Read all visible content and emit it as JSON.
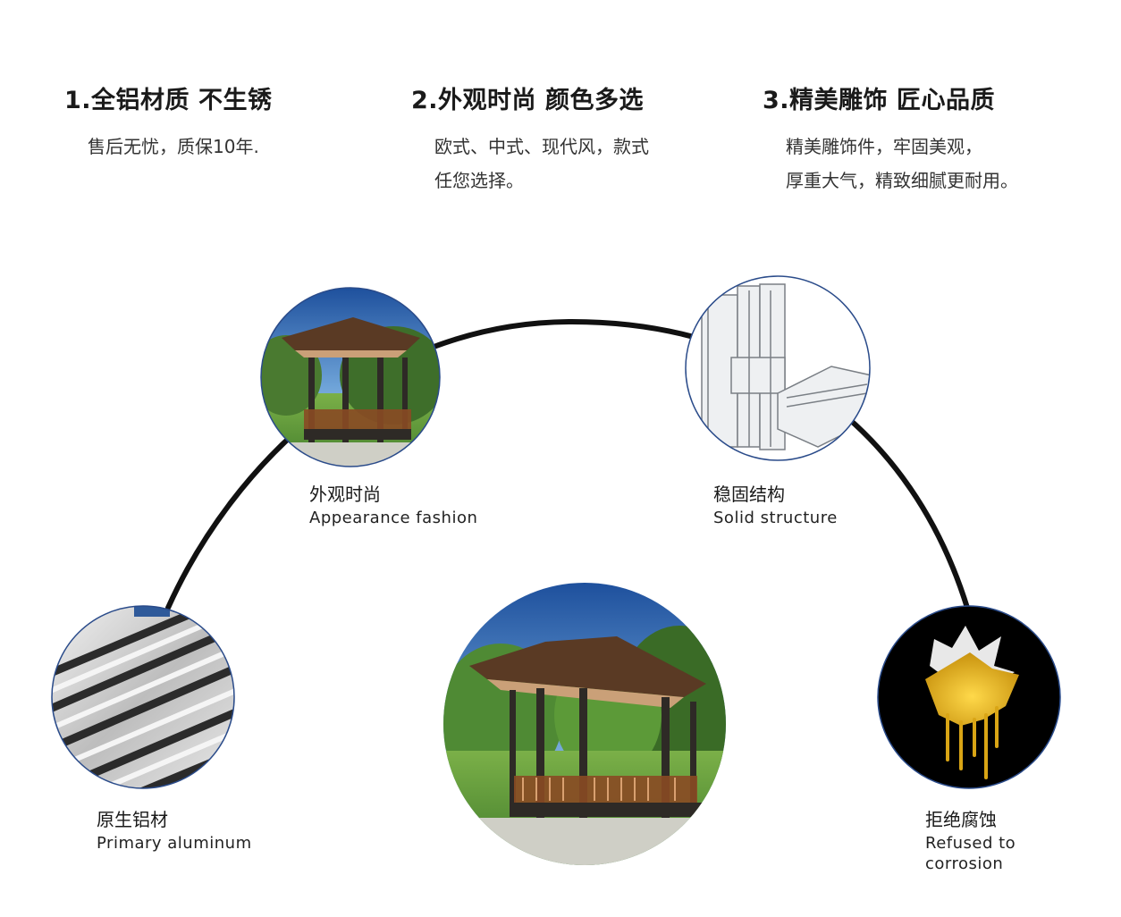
{
  "features": [
    {
      "title": "1.全铝材质 不生锈",
      "lines": [
        "售后无忧，质保10年."
      ]
    },
    {
      "title": "2.外观时尚 颜色多选",
      "lines": [
        "欧式、中式、现代风，款式",
        "任您选择。"
      ]
    },
    {
      "title": "3.精美雕饰 匠心品质",
      "lines": [
        "精美雕饰件，牢固美观，",
        "厚重大气，精致细腻更耐用。"
      ]
    }
  ],
  "nodes": {
    "appearance": {
      "cn": "外观时尚",
      "en": "Appearance fashion"
    },
    "solid": {
      "cn": "稳固结构",
      "en": "Solid structure"
    },
    "aluminum": {
      "cn": "原生铝材",
      "en": "Primary aluminum"
    },
    "corrosion": {
      "cn": "拒绝腐蚀",
      "en": "Refused to corrosion"
    }
  },
  "colors": {
    "arc": "#111111",
    "sky": "#2f6fbf",
    "grass": "#5f9a3a",
    "gold": "#e6b21e"
  }
}
